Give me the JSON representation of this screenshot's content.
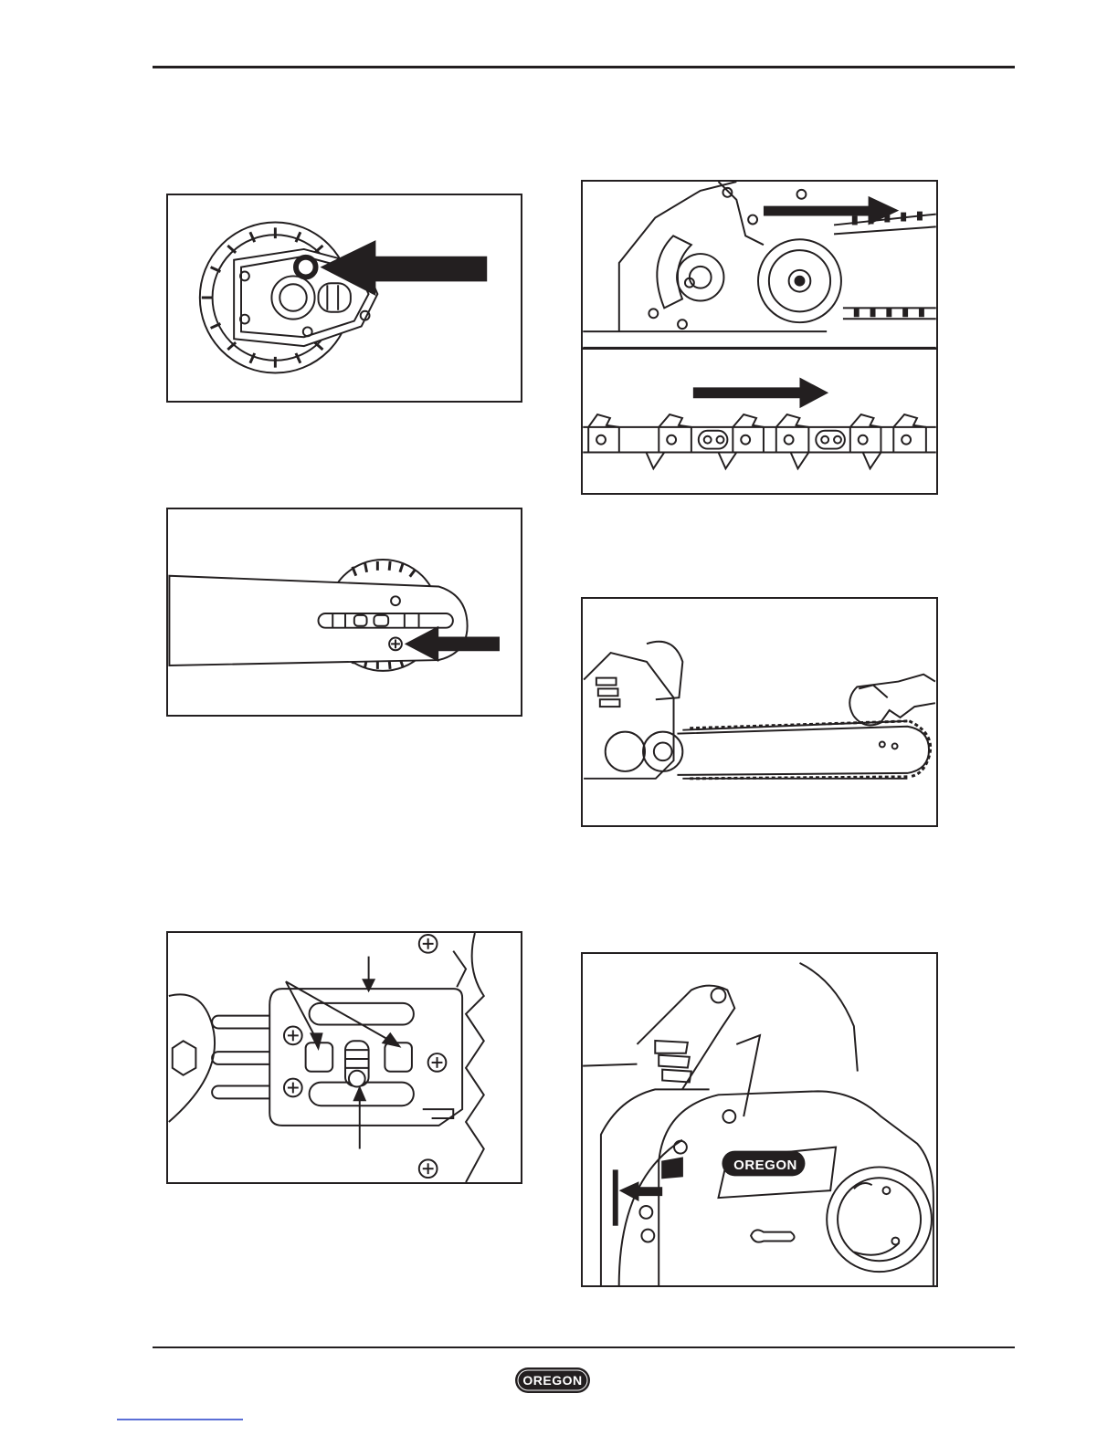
{
  "brand": {
    "name": "OREGON",
    "color": "#231f20",
    "text_color": "#ffffff"
  },
  "colors": {
    "line": "#231f20",
    "footer_link": "#5b6fd6"
  },
  "figures": [
    {
      "id": "sprocket-cover-hole",
      "icon": "arrow-left-icon"
    },
    {
      "id": "guide-bar-tension-screw",
      "icon": "arrow-left-icon"
    },
    {
      "id": "tension-plate-pins",
      "icon": "arrow-up-icon"
    },
    {
      "id": "chain-direction",
      "icon": "arrow-right-icon"
    },
    {
      "id": "chain-on-bar-gloved-hand",
      "icon": "glove-icon"
    },
    {
      "id": "side-cover-oregon",
      "icon": "arrow-left-icon"
    }
  ]
}
